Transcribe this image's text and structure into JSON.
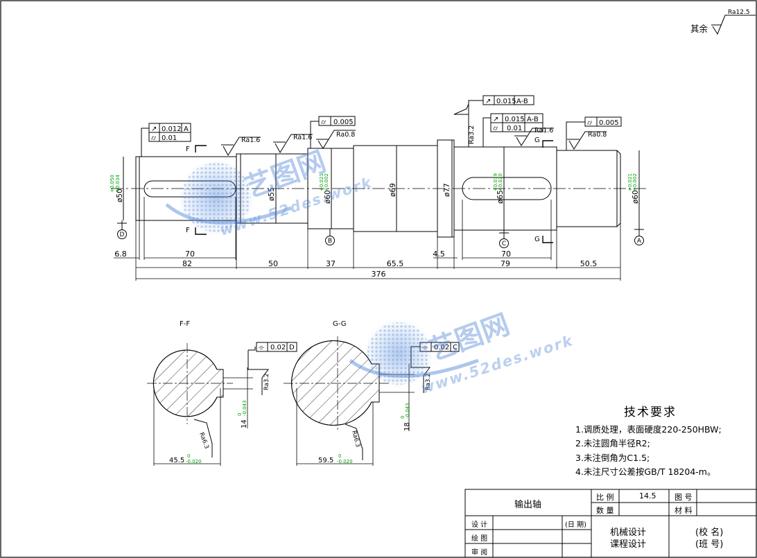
{
  "roughness_default": {
    "prefix": "其余",
    "value": "Ra12.5"
  },
  "shaft": {
    "gtol": [
      {
        "rows": [
          [
            "↗",
            "0.012",
            "A"
          ],
          [
            "⌭",
            "0.01",
            ""
          ]
        ]
      },
      {
        "rows": [
          [
            "⌭",
            "0.005",
            ""
          ]
        ]
      },
      {
        "rows": [
          [
            "↗",
            "0.015",
            "A-B"
          ]
        ]
      },
      {
        "rows": [
          [
            "↗",
            "0.015",
            "A-B"
          ],
          [
            "⌭",
            "0.01",
            ""
          ]
        ]
      },
      {
        "rows": [
          [
            "⌭",
            "0.005",
            ""
          ]
        ]
      }
    ],
    "roughness": [
      "Ra1.6",
      "Ra1.6",
      "Ra0.8",
      "Ra3.2",
      "Ra1.6",
      "Ra0.8"
    ],
    "diameters": {
      "d50": "ø50",
      "d55": "ø55",
      "d60a": "ø60",
      "d69": "ø69",
      "d77": "ø77",
      "d65": "ø65",
      "d60b": "ø60",
      "tol_d50": [
        "+0.050",
        "+0.034"
      ],
      "tol_d60a": [
        "+0.021",
        "+0.002"
      ],
      "tol_d65": [
        "+0.039",
        "+0.020"
      ],
      "tol_d60b": [
        "+0.021",
        "+0.002"
      ]
    },
    "dims": {
      "d6_8": "6.8",
      "d70a": "70",
      "d82": "82",
      "d50": "50",
      "d37": "37",
      "d65_5": "65.5",
      "d4_5": "4.5",
      "d70b": "70",
      "d79": "79",
      "d50_5": "50.5",
      "d376": "376"
    },
    "datums": [
      "D",
      "B",
      "C",
      "A"
    ],
    "section_marks": {
      "f": "F",
      "g": "G"
    }
  },
  "section_ff": {
    "title": "F-F",
    "gtol": {
      "sym": "⌯",
      "val": "0.02",
      "datum": "D"
    },
    "ra_a": "Ra3.2",
    "ra_b": "Ra6.3",
    "key_depth": "14",
    "key_depth_tol": [
      "0",
      "-0.043"
    ],
    "width": "45.5",
    "width_tol": [
      "0",
      "-0.020"
    ]
  },
  "section_gg": {
    "title": "G-G",
    "gtol": {
      "sym": "⌯",
      "val": "0.02",
      "datum": "C"
    },
    "ra_a": "Ra3.2",
    "ra_b": "Ra6.3",
    "key_depth": "18",
    "key_depth_tol": [
      "0",
      "-0.043"
    ],
    "width": "59.5",
    "width_tol": [
      "0",
      "-0.020"
    ]
  },
  "tech_notes": {
    "title": "技术要求",
    "items": [
      "1.调质处理，表面硬度220-250HBW;",
      "2.未注圆角半径R2;",
      "3.未注倒角为C1.5;",
      "4.未注尺寸公差按GB/T 18204-m。"
    ]
  },
  "watermark": {
    "brand": "艺图网",
    "url": "www.52des.work"
  },
  "title_block": {
    "part_name": "输出轴",
    "scale_label": "比 例",
    "scale_value": "14.5",
    "qty_label": "数 量",
    "drawing_no_label": "图 号",
    "material_label": "材 料",
    "designed": "设 计",
    "date": "(日 期)",
    "drawn": "绘 图",
    "checked": "审 阅",
    "course1": "机械设计",
    "course2": "课程设计",
    "school": "(校 名)",
    "class_no": "(班 号)"
  },
  "colors": {
    "line": "#000000",
    "tolerance": "#00a000",
    "watermark": "#4a82d6"
  }
}
